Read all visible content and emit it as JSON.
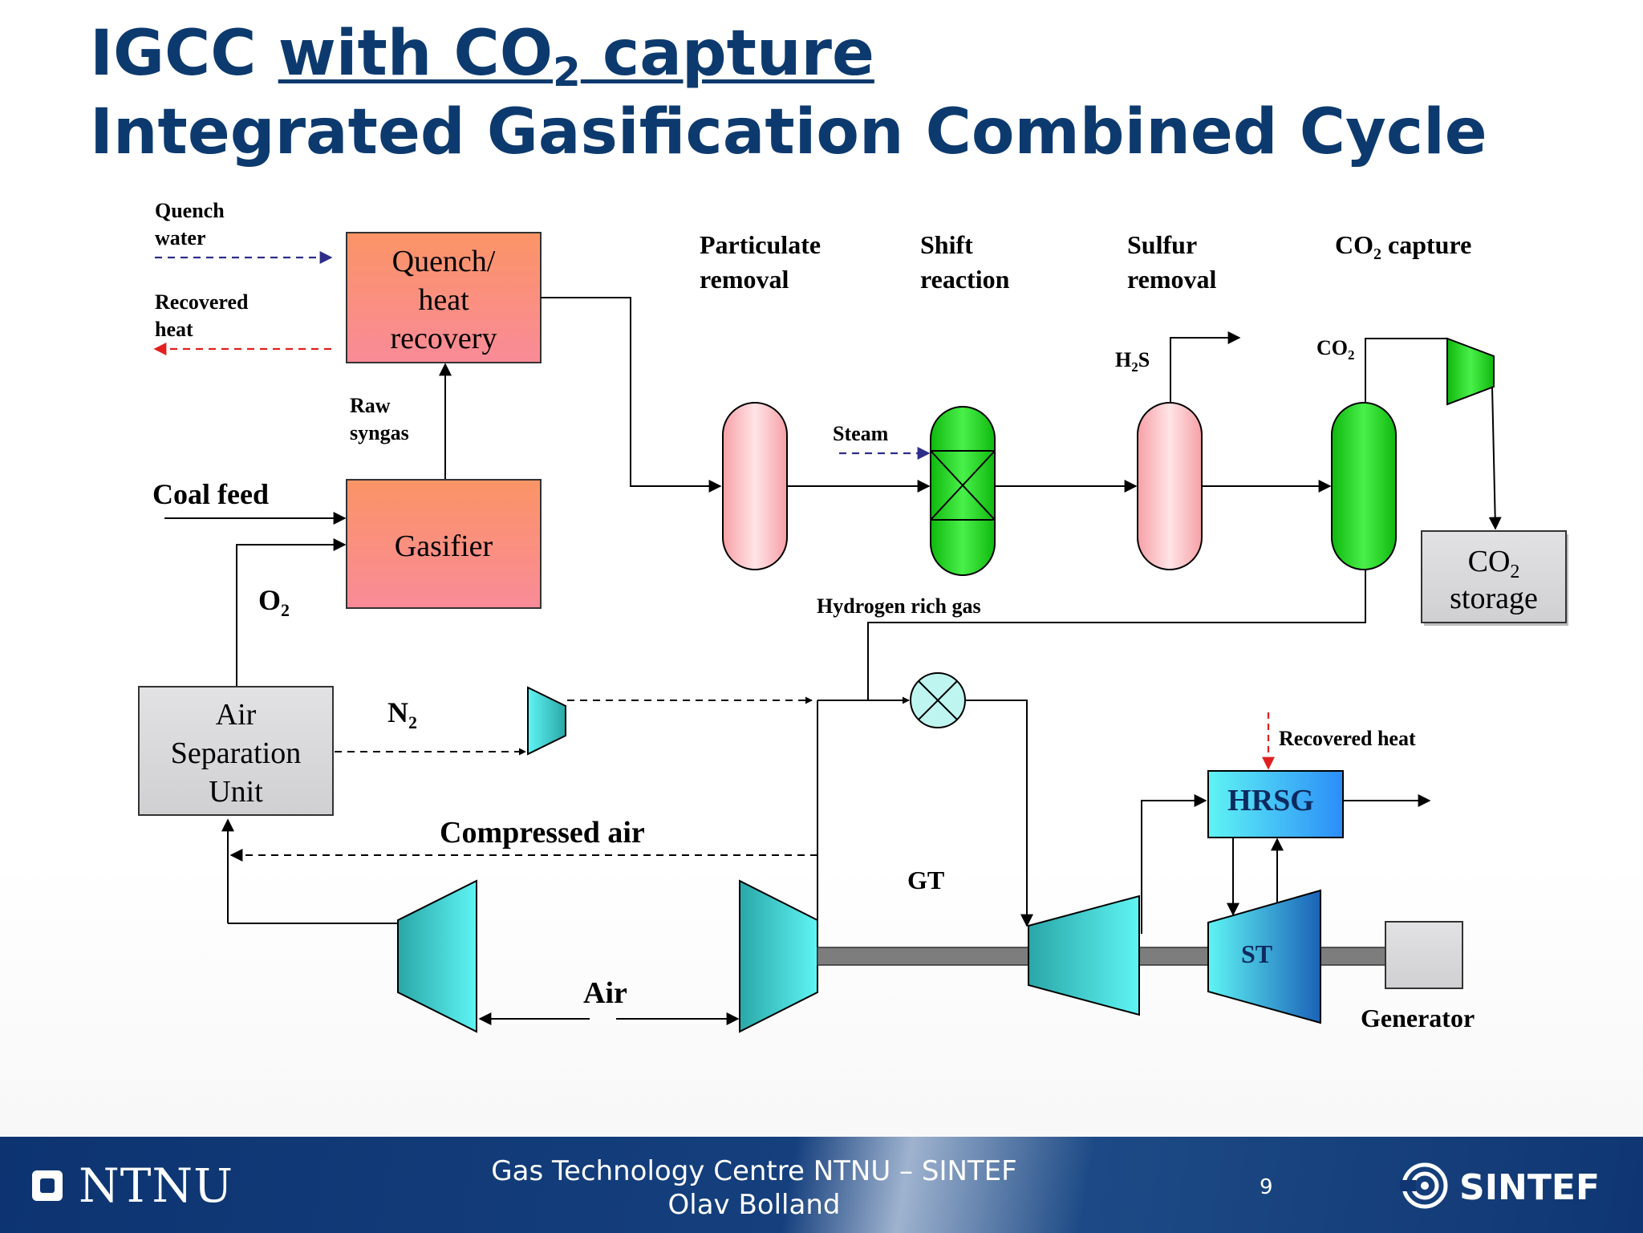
{
  "title": {
    "line1_part1": "IGCC ",
    "line1_underlined": "with CO",
    "line1_sub": "2",
    "line1_part2": " capture",
    "line2": "Integrated Gasification Combined Cycle"
  },
  "diagram": {
    "quench_water": [
      "Quench",
      "water"
    ],
    "recovered_heat": [
      "Recovered",
      "heat"
    ],
    "quench_box": [
      "Quench/",
      "heat",
      "recovery"
    ],
    "raw_syngas": [
      "Raw",
      "syngas"
    ],
    "coal_feed": "Coal feed",
    "gasifier": "Gasifier",
    "o2": "O",
    "o2_sub": "2",
    "asu": [
      "Air",
      "Separation",
      "Unit"
    ],
    "n2": "N",
    "n2_sub": "2",
    "compressed_air": "Compressed air",
    "air": "Air",
    "particulate_removal": [
      "Particulate",
      "removal"
    ],
    "shift_reaction": [
      "Shift",
      "reaction"
    ],
    "sulfur_removal": [
      "Sulfur",
      "removal"
    ],
    "co2_capture": "CO",
    "co2_capture_sub": "2",
    "co2_capture_suffix": " capture",
    "steam": "Steam",
    "h2s": "H",
    "h2s_sub": "2",
    "h2s_suffix": "S",
    "co2_out": "CO",
    "co2_out_sub": "2",
    "co2_storage": "CO",
    "co2_storage_sub": "2",
    "co2_storage_line2": "storage",
    "hydrogen_rich_gas": "Hydrogen rich gas",
    "recovered_heat_hrsg": "Recovered heat",
    "hrsg": "HRSG",
    "gt": "GT",
    "st": "ST",
    "generator": "Generator"
  },
  "footer": {
    "line1": "Gas Technology Centre NTNU – SINTEF",
    "line2": "Olav Bolland",
    "page_number": "9",
    "ntnu_logo_text": "NTNU",
    "sintef_logo_text": "SINTEF"
  },
  "colors": {
    "title": "#0d3a6e",
    "quench_gasifier_fill": "#fa8c73",
    "pink_vessel": "#f7a3a8",
    "green_vessel": "#1bc91b",
    "gray_box": "#d6d6d8",
    "turbine_teal": "#2bb5b5",
    "hrsg_blue": "#39b7ff",
    "dashed_blue": "#2d2d8a",
    "dashed_red": "#e02020"
  }
}
